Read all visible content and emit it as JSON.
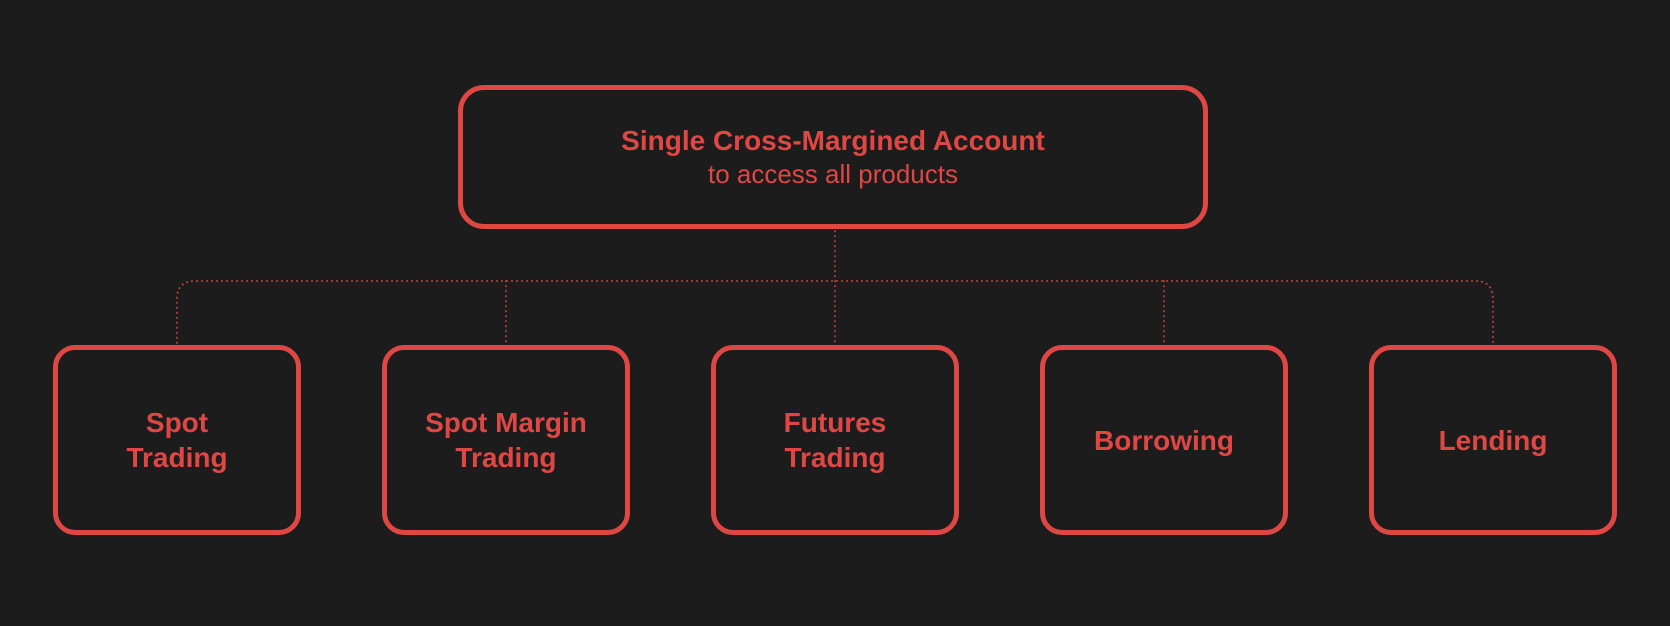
{
  "canvas": {
    "background": "#1d1c1c",
    "accent": "#de4744"
  },
  "root": {
    "title": "Single Cross-Margined Account",
    "subtitle": "to access all products"
  },
  "children": [
    {
      "label": "Spot Trading",
      "lines": [
        "Spot",
        "Trading"
      ]
    },
    {
      "label": "Spot Margin Trading",
      "lines": [
        "Spot Margin",
        "Trading"
      ]
    },
    {
      "label": "Futures Trading",
      "lines": [
        "Futures",
        "Trading"
      ]
    },
    {
      "label": "Borrowing",
      "lines": [
        "Borrowing"
      ]
    },
    {
      "label": "Lending",
      "lines": [
        "Lending"
      ]
    }
  ]
}
